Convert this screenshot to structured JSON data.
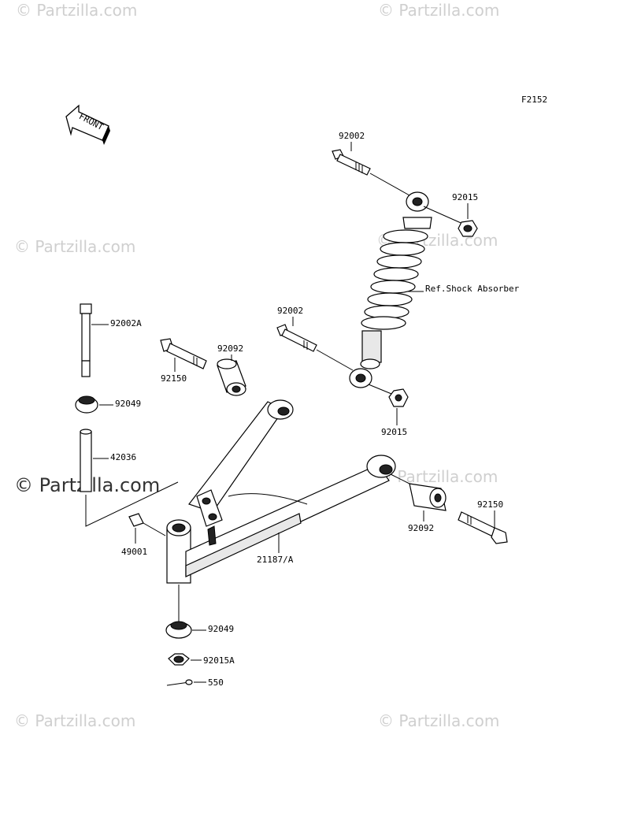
{
  "figure_code": "F2152",
  "front_label": "FRONT",
  "watermarks": {
    "small": "© Partzilla.com",
    "large": "© Partzilla.com"
  },
  "labels": {
    "p92002_top": "92002",
    "p92015_top": "92015",
    "ref_shock": "Ref.Shock Absorber",
    "p92002_mid": "92002",
    "p92015_mid": "92015",
    "p92002a": "92002A",
    "p92150_left": "92150",
    "p92092_left": "92092",
    "p92049_top": "92049",
    "p42036": "42036",
    "p49001": "49001",
    "p21187a": "21187/A",
    "p92092_right": "92092",
    "p92150_right": "92150",
    "p92049_bottom": "92049",
    "p92015a": "92015A",
    "p550": "550"
  }
}
